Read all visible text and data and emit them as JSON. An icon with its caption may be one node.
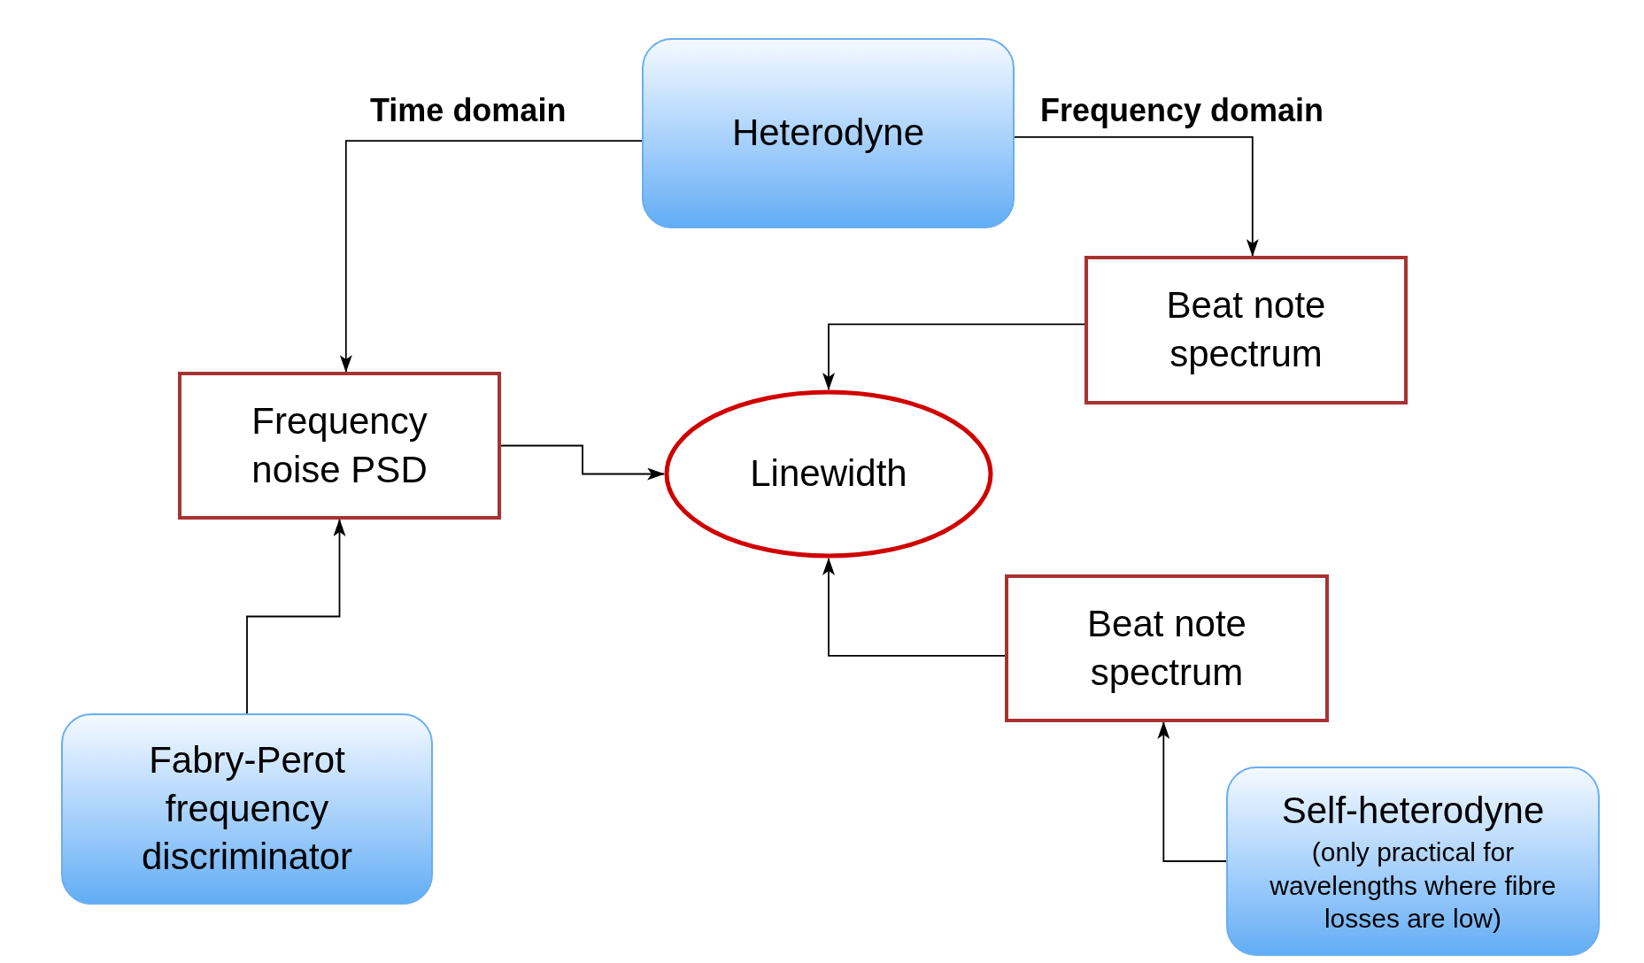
{
  "diagram": {
    "nodes": [
      {
        "text": [
          "Heterodyne"
        ]
      },
      {
        "text": [
          "Beat note spectrum"
        ]
      },
      {
        "text": [
          "Frequency noise PSD"
        ]
      },
      {
        "text": [
          "Linewidth"
        ]
      },
      {
        "text": [
          "Beat note spectrum"
        ]
      },
      {
        "text": [
          "Fabry-Perot frequency discriminator"
        ]
      },
      {
        "text": [
          "Self-heterodyne",
          "(only practical for wavelengths where fibre losses are low)"
        ]
      }
    ],
    "edges": [
      {
        "from": 0,
        "to": 2,
        "arrow": "to",
        "label": "Time domain"
      },
      {
        "from": 0,
        "to": 1,
        "arrow": "to",
        "label": "Frequency domain"
      },
      {
        "from": 1,
        "to": 3,
        "arrow": "to"
      },
      {
        "from": 2,
        "to": 3,
        "arrow": "to"
      },
      {
        "from": 4,
        "to": 3,
        "arrow": "to"
      },
      {
        "from": 5,
        "to": 2,
        "arrow": "to"
      },
      {
        "from": 6,
        "to": 4,
        "arrow": "to"
      }
    ]
  }
}
